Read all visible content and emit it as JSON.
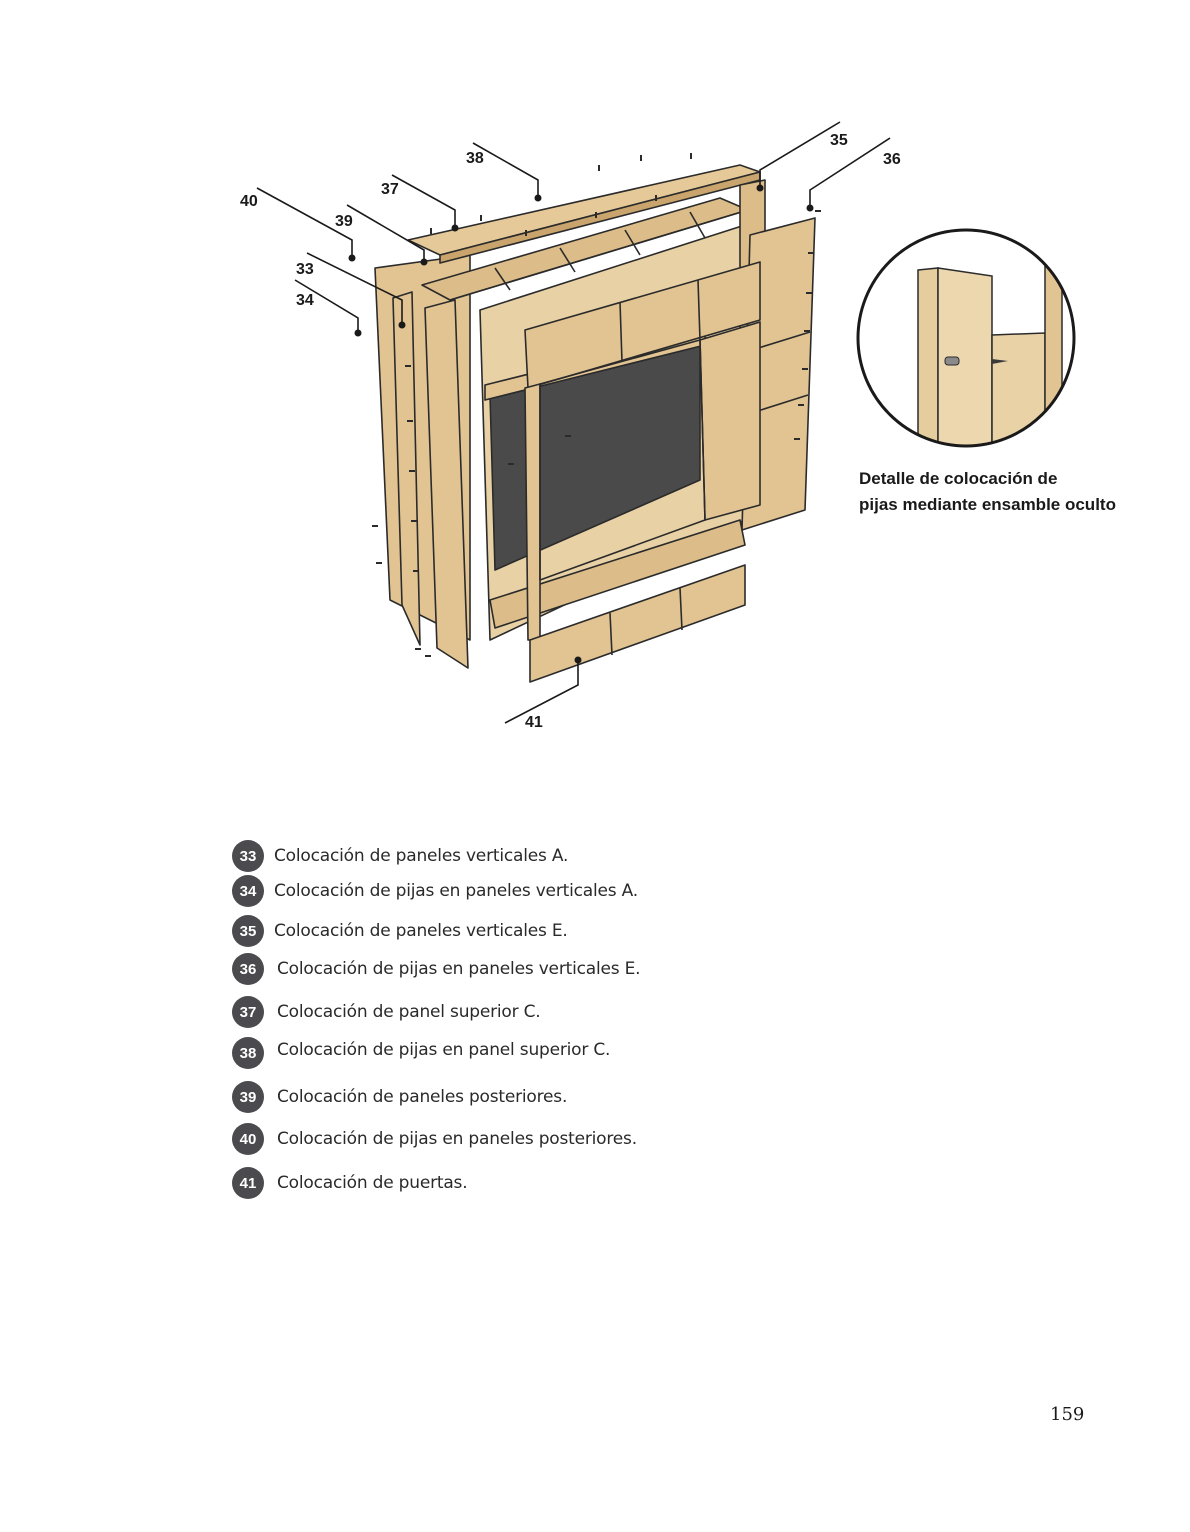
{
  "callouts": [
    {
      "id": "38",
      "label": "38"
    },
    {
      "id": "37",
      "label": "37"
    },
    {
      "id": "40",
      "label": "40"
    },
    {
      "id": "39",
      "label": "39"
    },
    {
      "id": "33",
      "label": "33"
    },
    {
      "id": "34",
      "label": "34"
    },
    {
      "id": "35",
      "label": "35"
    },
    {
      "id": "36",
      "label": "36"
    },
    {
      "id": "41",
      "label": "41"
    }
  ],
  "detail": {
    "caption_line1": "Detalle de colocación de",
    "caption_line2": "pijas mediante ensamble oculto"
  },
  "legend": [
    {
      "number": "33",
      "text": "Colocación de paneles verticales A."
    },
    {
      "number": "34",
      "text": "Colocación de pijas en paneles verticales A."
    },
    {
      "number": "35",
      "text": "Colocación de paneles verticales E."
    },
    {
      "number": "36",
      "text": "Colocación de pijas en paneles verticales E."
    },
    {
      "number": "37",
      "text": "Colocación de panel superior C."
    },
    {
      "number": "38",
      "text": "Colocación de pijas en panel superior C."
    },
    {
      "number": "39",
      "text": "Colocación de paneles posteriores."
    },
    {
      "number": "40",
      "text": "Colocación de pijas en paneles posteriores."
    },
    {
      "number": "41",
      "text": "Colocación de puertas."
    }
  ],
  "page_number": "159",
  "colors": {
    "wood": "#e2c493",
    "wood_dark": "#c9a56d",
    "dark_panel": "#4a4a4a",
    "badge": "#4a4a4f"
  }
}
